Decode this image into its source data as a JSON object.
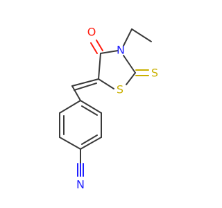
{
  "molecule": {
    "atoms": {
      "oxygen": "O",
      "nitrogen_ring": "N",
      "sulfur_ring": "S",
      "sulfur_thione": "S",
      "nitrogen_nitrile": "N"
    },
    "colors": {
      "bond": "#3a3a3a",
      "oxygen": "#ff1a0d",
      "nitrogen": "#2020ff",
      "sulfur": "#c9b000"
    }
  }
}
